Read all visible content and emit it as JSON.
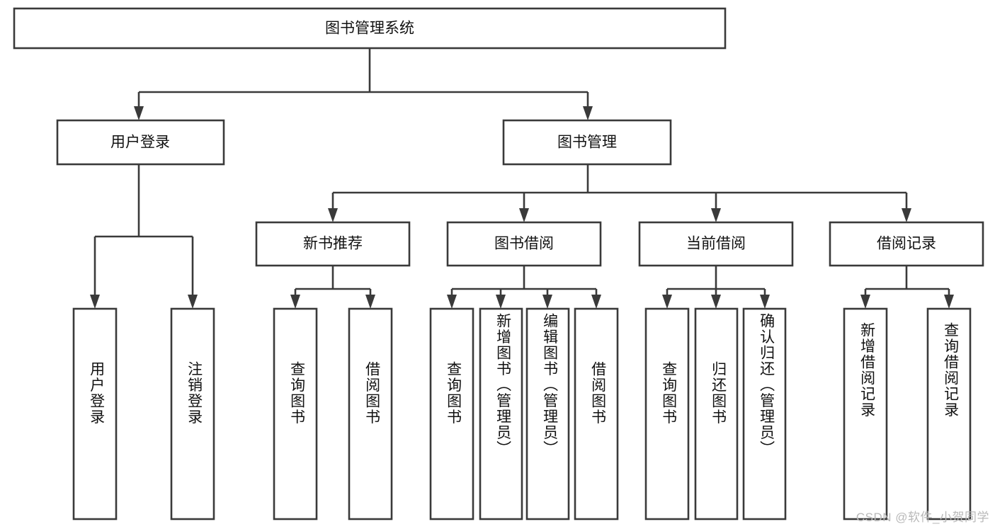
{
  "diagram": {
    "title": "图书管理系统",
    "type": "tree-hierarchy-chart",
    "watermark": "CSDN @软件_小贺同学",
    "root": {
      "label": "图书管理系统"
    },
    "level2": [
      {
        "label": "用户登录"
      },
      {
        "label": "图书管理"
      }
    ],
    "level3": [
      {
        "label": "新书推荐"
      },
      {
        "label": "图书借阅"
      },
      {
        "label": "当前借阅"
      },
      {
        "label": "借阅记录"
      }
    ],
    "leaves": {
      "user_login": [
        {
          "label": "用户登录"
        },
        {
          "label": "注销登录"
        }
      ],
      "new_book_recommend": [
        {
          "label": "查询图书"
        },
        {
          "label": "借阅图书"
        }
      ],
      "book_borrow": [
        {
          "label": "查询图书"
        },
        {
          "label": "新增图书（管理员）"
        },
        {
          "label": "编辑图书（管理员）"
        },
        {
          "label": "借阅图书"
        }
      ],
      "current_borrow": [
        {
          "label": "查询图书"
        },
        {
          "label": "归还图书"
        },
        {
          "label": "确认归还（管理员）"
        }
      ],
      "borrow_record": [
        {
          "label": "新增借阅记录"
        },
        {
          "label": "查询借阅记录"
        }
      ]
    }
  },
  "colors": {
    "stroke": "#3a3a3a",
    "box_fill": "#ffffff",
    "text": "#111111",
    "watermark": "#b9b9b9",
    "background": "#ffffff"
  }
}
